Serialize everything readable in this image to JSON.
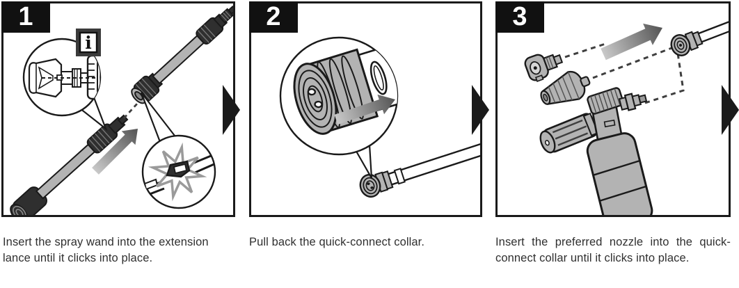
{
  "document": {
    "type": "assembly-instruction-steps",
    "language": "en"
  },
  "steps": [
    {
      "number": "1",
      "caption": "Insert the spray wand into the extension lance until it clicks into place.",
      "illustration_alt": "Spray wand and extension lance aligned on a dashed axis with an insertion arrow; magnified callout of the connector with an info icon; magnified callout of the locking latch with a click starburst."
    },
    {
      "number": "2",
      "caption": "Pull back the quick-connect collar.",
      "illustration_alt": "Magnified callout of the quick-connect collar on the spray wand with an arrow showing the pull-back direction."
    },
    {
      "number": "3",
      "caption": "Insert the preferred nozzle into the quick-connect collar until it clicks into place.",
      "illustration_alt": "Spray nozzle, turbo nozzle and foam cannon with dashed guide lines converging on the wand's quick-connect collar; arrow showing the insertion direction."
    }
  ],
  "icons": {
    "info_label": "i",
    "next_step_arrow": "right-triangle",
    "direction_arrow": "diagonal-gray-arrow"
  },
  "colors": {
    "background": "#ffffff",
    "line": "#1a1a1a",
    "metal_gray": "#b3b3b3",
    "dark_part": "#2f2f2f",
    "badge_bg": "#111111",
    "badge_text": "#ffffff",
    "caption_text": "#2f2f2f",
    "starburst_gray": "#9a9a9a",
    "arrow_light": "#c9c9c9",
    "arrow_dark": "#545454"
  }
}
